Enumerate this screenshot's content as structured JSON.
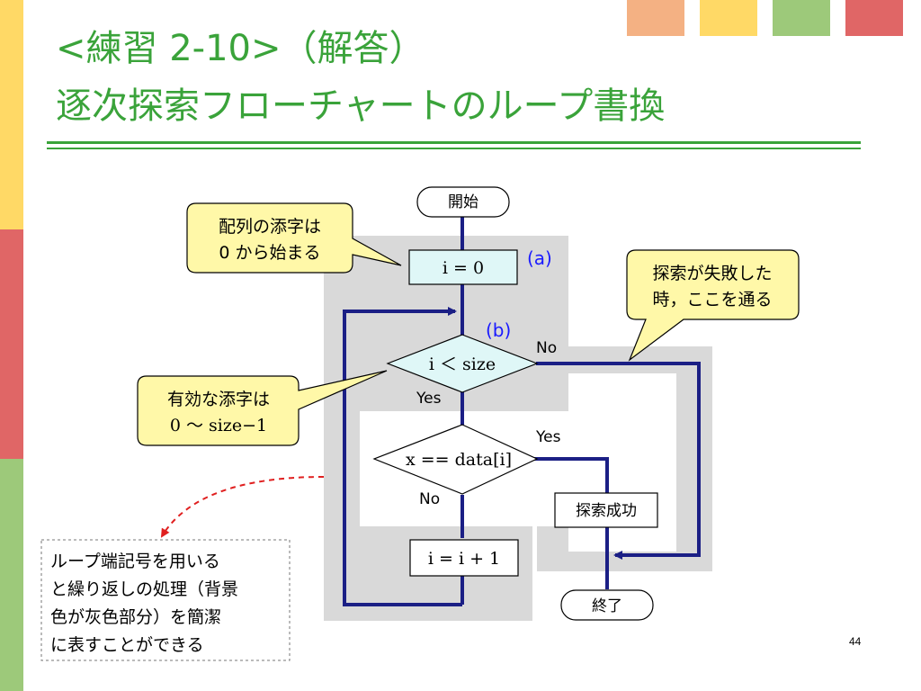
{
  "slide": {
    "title_line1": "<練習 2-10>（解答）",
    "title_line2": "逐次探索フローチャートのループ書換",
    "page_number": "44",
    "colors": {
      "title": "#3aa33a",
      "flow_line": "#1b1f85",
      "loop_bg": "#d9d9d9",
      "callout_fill": "#fff8a8",
      "box_fill": "#dff7f7",
      "note_arrow": "#e02020",
      "label_blue": "#1a1aff"
    },
    "decorations": [
      "#f4b183",
      "#ffd966",
      "#9dc97a",
      "#e06666"
    ]
  },
  "flowchart": {
    "start": "開始",
    "init": "i = 0",
    "label_a": "(a)",
    "label_b": "(b)",
    "loop_cond": "i ＜ size",
    "loop_no": "No",
    "loop_yes": "Yes",
    "compare_cond": "x == data[i]",
    "compare_yes": "Yes",
    "compare_no": "No",
    "success": "探索成功",
    "increment": "i = i + 1",
    "end": "終了"
  },
  "callouts": {
    "index_start_line1": "配列の添字は",
    "index_start_line2": "0 から始まる",
    "valid_index_line1": "有効な添字は",
    "valid_index_line2": "0 〜 size−1",
    "failure_line1": "探索が失敗した",
    "failure_line2": "時，ここを通る"
  },
  "note": {
    "line1": "ループ端記号を用いる",
    "line2": "と繰り返しの処理（背景",
    "line3": "色が灰色部分）を簡潔",
    "line4": "に表すことができる"
  }
}
